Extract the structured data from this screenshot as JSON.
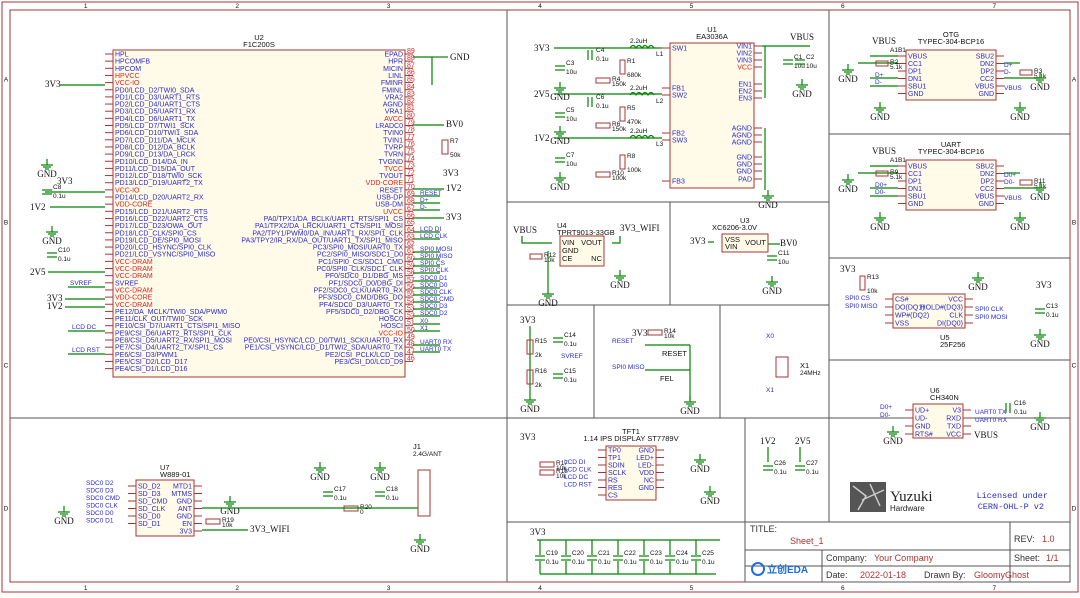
{
  "frame": {
    "columns": [
      "1",
      "2",
      "3",
      "4",
      "5",
      "6",
      "7"
    ],
    "rows": [
      "A",
      "B",
      "C",
      "D"
    ]
  },
  "u2": {
    "ref": "U2",
    "part": "F1C200S",
    "left_pins": [
      {
        "name": "HPL",
        "color": "blue"
      },
      {
        "name": "HPCOMFB",
        "color": "blue"
      },
      {
        "name": "HPCOM",
        "color": "blue"
      },
      {
        "name": "HPVCC",
        "color": "red"
      },
      {
        "name": "VCC-IO",
        "color": "red"
      },
      {
        "name": "PD0/LCD_D2/TWI0_SDA",
        "color": "blue"
      },
      {
        "name": "PD1/LCD_D3/UART1_RTS",
        "color": "blue"
      },
      {
        "name": "PD2/LCD_D4/UART1_CTS",
        "color": "blue"
      },
      {
        "name": "PD3/LCD_D5/UART1_RX",
        "color": "blue"
      },
      {
        "name": "PD4/LCD_D6/UART1_TX",
        "color": "blue"
      },
      {
        "name": "PD5/LCD_D7/TWI1_SCK",
        "color": "blue"
      },
      {
        "name": "PD6/LCD_D10/TWI1_SDA",
        "color": "blue"
      },
      {
        "name": "PD7/LCD_D11/DA_MCLK",
        "color": "blue"
      },
      {
        "name": "PD8/LCD_D12/DA_BCLK",
        "color": "blue"
      },
      {
        "name": "PD9/LCD_D13/DA_LRCK",
        "color": "blue"
      },
      {
        "name": "PD10/LCD_D14/DA_IN",
        "color": "blue"
      },
      {
        "name": "PD11/LCD_D15/DA_OUT",
        "color": "blue"
      },
      {
        "name": "PD12/LCD_D18/TWI0_SCK",
        "color": "blue"
      },
      {
        "name": "PD13/LCD_D19/UART2_TX",
        "color": "blue"
      },
      {
        "name": "VCC-IO",
        "color": "red"
      },
      {
        "name": "PD14/LCD_D20/UART2_RX",
        "color": "blue"
      },
      {
        "name": "VDD-CORE",
        "color": "red"
      },
      {
        "name": "PD15/LCD_D21/UART2_RTS",
        "color": "blue"
      },
      {
        "name": "PD16/LCD_D22/UART2_CTS",
        "color": "blue"
      },
      {
        "name": "PD17/LCD_D23/OWA_OUT",
        "color": "blue"
      },
      {
        "name": "PD18/LCD_CLK/SPI0_CS",
        "color": "blue"
      },
      {
        "name": "PD19/LCD_DE/SPI0_MOSI",
        "color": "blue"
      },
      {
        "name": "PD20/LCD_HSYNC/SPI0_CLK",
        "color": "blue"
      },
      {
        "name": "PD21/LCD_VSYNC/SPI0_MISO",
        "color": "blue"
      },
      {
        "name": "VCC-DRAM",
        "color": "red"
      },
      {
        "name": "VCC-DRAM",
        "color": "red"
      },
      {
        "name": "VCC-DRAM",
        "color": "red"
      },
      {
        "name": "SVREF",
        "color": "blue"
      },
      {
        "name": "VCC-DRAM",
        "color": "red"
      },
      {
        "name": "VDD-CORE",
        "color": "red"
      },
      {
        "name": "VCC-DRAM",
        "color": "red"
      },
      {
        "name": "PE12/DA_MCLK/TWI0_SDA/PWM0",
        "color": "blue"
      },
      {
        "name": "PE11/CLK_OUT/TWI0_SCK",
        "color": "blue"
      },
      {
        "name": "PE10/CSI_D7/UART1_CTS/SPI1_MISO",
        "color": "blue"
      },
      {
        "name": "PE9/CSI_D6/UART2_RTS/SPI1_CLK",
        "color": "blue"
      },
      {
        "name": "PE8/CSI_D5/UART2_RX/SPI1_MOSI",
        "color": "blue"
      },
      {
        "name": "PE7/CSI_D4/UART2_TX/SPI1_CS",
        "color": "blue"
      },
      {
        "name": "PE6/CSI_D3/PWM1",
        "color": "blue"
      },
      {
        "name": "PE5/CSI_D2/LCD_D17",
        "color": "blue"
      },
      {
        "name": "PE4/CSI_D1/LCD_D16",
        "color": "blue"
      }
    ],
    "right_pins": [
      {
        "name": "EPAD",
        "num": "89",
        "color": "blue"
      },
      {
        "name": "HPR",
        "num": "88",
        "color": "blue"
      },
      {
        "name": "MICIN",
        "num": "87",
        "color": "blue"
      },
      {
        "name": "LINL",
        "num": "86",
        "color": "blue"
      },
      {
        "name": "FMINR",
        "num": "85",
        "color": "blue"
      },
      {
        "name": "FMINL",
        "num": "84",
        "color": "blue"
      },
      {
        "name": "VRA2",
        "num": "83",
        "color": "blue"
      },
      {
        "name": "AGND",
        "num": "82",
        "color": "blue"
      },
      {
        "name": "VRA1",
        "num": "81",
        "color": "blue"
      },
      {
        "name": "AVCC",
        "num": "80",
        "color": "red"
      },
      {
        "name": "LRADC0",
        "num": "79",
        "color": "blue"
      },
      {
        "name": "TVIN0",
        "num": "78",
        "color": "blue"
      },
      {
        "name": "TVIN1",
        "num": "77",
        "color": "blue"
      },
      {
        "name": "TVRP",
        "num": "76",
        "color": "blue"
      },
      {
        "name": "TVRN",
        "num": "75",
        "color": "blue"
      },
      {
        "name": "TVGND",
        "num": "74",
        "color": "blue"
      },
      {
        "name": "TVCC",
        "num": "73",
        "color": "red"
      },
      {
        "name": "TVOUT",
        "num": "72",
        "color": "blue"
      },
      {
        "name": "VDD-CORE",
        "num": "71",
        "color": "red"
      },
      {
        "name": "RESET",
        "num": "70",
        "color": "blue"
      },
      {
        "name": "USB-DP",
        "num": "69",
        "color": "blue"
      },
      {
        "name": "USB-DM",
        "num": "68",
        "color": "blue"
      },
      {
        "name": "UVCC",
        "num": "67",
        "color": "red"
      },
      {
        "name": "PA0/TPX1/DA_BCLK/UART1_RTS/SPI1_CS",
        "num": "66",
        "color": "blue"
      },
      {
        "name": "PA1/TPX2/DA_LRCK/UART1_CTS/SPI1_MOSI",
        "num": "65",
        "color": "blue"
      },
      {
        "name": "PA2/TPY1/PWM0/DA_IN/UART1_RX/SPI1_CLK",
        "num": "64",
        "color": "blue"
      },
      {
        "name": "PA3/TPY2/IR_RX/DA_OUT/UART1_TX/SPI1_MISO",
        "num": "63",
        "color": "blue"
      },
      {
        "name": "PC3/SPI0_MOSI/UART0_TX",
        "num": "62",
        "color": "blue"
      },
      {
        "name": "PC2/SPI0_MISO/SDC1_D0",
        "num": "61",
        "color": "blue"
      },
      {
        "name": "PC1/SPI0_CS/SDC1_CMD",
        "num": "60",
        "color": "blue"
      },
      {
        "name": "PC0/SPI0_CLK/SDC1_CLK",
        "num": "59",
        "color": "blue"
      },
      {
        "name": "PF0/SDC0_D1/DBG_MS",
        "num": "58",
        "color": "blue"
      },
      {
        "name": "PF1/SDC0_D0/DBG_DI",
        "num": "57",
        "color": "blue"
      },
      {
        "name": "PF2/SDC0_CLK/UART0_RX",
        "num": "56",
        "color": "blue"
      },
      {
        "name": "PF3/SDC0_CMD/DBG_DO",
        "num": "55",
        "color": "blue"
      },
      {
        "name": "PF4/SDC0_D3/UART0_TX",
        "num": "54",
        "color": "blue"
      },
      {
        "name": "PF5/SDC0_D2/DBG_CK",
        "num": "53",
        "color": "blue"
      },
      {
        "name": "HOSC0",
        "num": "52",
        "color": "blue"
      },
      {
        "name": "HOSCI",
        "num": "51",
        "color": "blue"
      },
      {
        "name": "VCC-IO",
        "num": "50",
        "color": "red"
      },
      {
        "name": "PE0/CSI_HSYNC/LCD_D0/TWI1_SCK/UART0_RX",
        "num": "49",
        "color": "blue"
      },
      {
        "name": "PE1/CSI_VSYNC/LCD_D1/TWI2_SDA/UART0_TX",
        "num": "48",
        "color": "blue"
      },
      {
        "name": "PE2/CSI_PCLK/LCD_D8",
        "num": "47",
        "color": "blue"
      },
      {
        "name": "PE3/CSI_D0/LCD_D9",
        "num": "46",
        "color": "blue"
      }
    ]
  },
  "nets_left": [
    {
      "label": "3V3"
    },
    {
      "label": "GND"
    },
    {
      "label": "3V3"
    },
    {
      "label": "GND"
    },
    {
      "label": "2V5"
    },
    {
      "label": "1V2"
    },
    {
      "label": "3V3"
    },
    {
      "label": "1V2"
    }
  ],
  "u2_caps": [
    {
      "ref": "C8",
      "val": "0.1u"
    },
    {
      "ref": "C10",
      "val": "0.1u"
    },
    {
      "ref": "C9",
      "val": "0.1u"
    },
    {
      "ref": "R7",
      "val": "50k"
    }
  ],
  "u2_labels": [
    "SVREF",
    "LCD DC",
    "LCD RST"
  ],
  "u2_right_nets": {
    "gnd": "GND",
    "bv0": "BV0",
    "v3": "3V3",
    "v1": "1V2",
    "v3b": "3V3",
    "lbls": [
      "RESET",
      "D+",
      "D-",
      "LCD DI",
      "LCD CLK",
      "SPI0 MOSI",
      "SPI0 MISO",
      "SPI0 CS",
      "SPI0 CLK",
      "SDC0 D1",
      "SDC0 D0",
      "SDC0 CLK",
      "SDC0 CMD",
      "SDC0 D3",
      "SDC0 D2",
      "X0",
      "X1",
      "UART0 RX",
      "UART0 TX"
    ]
  },
  "u1": {
    "ref": "U1",
    "part": "EA3036A",
    "pins_l": [
      "SW1",
      "FB1",
      "SW2",
      "FB2",
      "SW3",
      "FB3"
    ],
    "pins_r": [
      "VIN1",
      "VIN2",
      "VIN3",
      "VCC",
      "EN1",
      "EN2",
      "EN3",
      "AGND",
      "AGND",
      "AGND",
      "GND",
      "GND",
      "GND",
      "PAD"
    ],
    "vbus": "VBUS",
    "v3": "3V3",
    "v2": "2V5",
    "v1": "1V2",
    "gnd": "GND",
    "parts": [
      {
        "ref": "C4",
        "val": "0.1u"
      },
      {
        "ref": "L1",
        "val": "2.2uH"
      },
      {
        "ref": "C3",
        "val": "10u"
      },
      {
        "ref": "R4",
        "val": "150k"
      },
      {
        "ref": "R1",
        "val": "680k"
      },
      {
        "ref": "C6",
        "val": "0.1u"
      },
      {
        "ref": "L2",
        "val": "2.2uH"
      },
      {
        "ref": "C5",
        "val": "10u"
      },
      {
        "ref": "R6",
        "val": "150k"
      },
      {
        "ref": "R5",
        "val": "470k"
      },
      {
        "ref": "L3",
        "val": "2.2uH"
      },
      {
        "ref": "C7",
        "val": "10u"
      },
      {
        "ref": "R10",
        "val": "100k"
      },
      {
        "ref": "R8",
        "val": "100k"
      },
      {
        "ref": "C1",
        "val": "10u"
      },
      {
        "ref": "C2",
        "val": "10u"
      }
    ]
  },
  "otg": {
    "ref": "A1B1",
    "title": "OTG",
    "part": "TYPEC-304-BCP16",
    "pins_l": [
      "VBUS",
      "CC1",
      "DP1",
      "DN1",
      "SBU1",
      "GND"
    ],
    "pins_r": [
      "SBU2",
      "DN2",
      "DP2",
      "CC2",
      "VBUS",
      "GND"
    ],
    "nets": [
      "VBUS",
      "GND",
      "D+",
      "D-",
      "VBUS",
      "GND"
    ],
    "parts": [
      {
        "ref": "R2",
        "val": "5.1k"
      },
      {
        "ref": "R3",
        "val": "5.1k"
      }
    ]
  },
  "uart": {
    "ref": "A1B1",
    "title": "UART",
    "part": "TYPEC-304-BCP16",
    "pins_l": [
      "VBUS",
      "CC1",
      "DP1",
      "DN1",
      "SBU1",
      "GND"
    ],
    "pins_r": [
      "SBU2",
      "DN2",
      "DP2",
      "CC2",
      "VBUS",
      "GND"
    ],
    "nets": [
      "VBUS",
      "GND",
      "D0+",
      "D0-",
      "VBUS",
      "GND"
    ],
    "parts": [
      {
        "ref": "R9",
        "val": "5.1k"
      },
      {
        "ref": "R11",
        "val": "5.1k"
      }
    ]
  },
  "u4": {
    "ref": "U4",
    "part": "TPRT9013-33GB",
    "pins": [
      "VIN",
      "GND",
      "CE",
      "VOUT",
      "NC"
    ],
    "vbus": "VBUS",
    "out": "3V3_WIFI",
    "r": {
      "ref": "R12",
      "val": "10k"
    },
    "gnd": "GND"
  },
  "u3": {
    "ref": "U3",
    "part": "XC6206-3.0V",
    "pins": [
      "VSS",
      "VIN",
      "VOUT"
    ],
    "net_in": "3V3",
    "net_out": "BV0",
    "gnd": "GND",
    "c": {
      "ref": "C11",
      "val": "10u"
    }
  },
  "flash": {
    "ref": "U5",
    "part": "25F256",
    "r": {
      "ref": "R13",
      "val": "10k"
    },
    "net": "3V3",
    "gnd": "GND",
    "pins_l": [
      "CS#",
      "DO(DQ1)",
      "WP#(DQ2)",
      "VSS"
    ],
    "pins_r": [
      "VCC",
      "HOLD#(DQ3)",
      "CLK",
      "DI(DQ0)"
    ],
    "lbls": [
      "SPI0 CS",
      "SPI0 MISO",
      "SPI0 CLK",
      "SPI0 MOSI"
    ],
    "c": {
      "ref": "C13",
      "val": "0.1u"
    }
  },
  "svref": {
    "net": "3V3",
    "gnd": "GND",
    "lbl": "SVREF",
    "parts": [
      {
        "ref": "R15",
        "val": "2k"
      },
      {
        "ref": "R16",
        "val": "2k"
      },
      {
        "ref": "C14",
        "val": "0.1u"
      },
      {
        "ref": "C15",
        "val": "0.1u"
      }
    ]
  },
  "keys": {
    "net": "3V3",
    "gnd": "GND",
    "r": {
      "ref": "R14",
      "val": "10k"
    },
    "lbls": [
      "RESET",
      "SPI0 MISO"
    ],
    "keys": [
      "RESET",
      "FEL"
    ]
  },
  "xtal": {
    "ref": "X1",
    "val": "24MHz",
    "lbls": [
      "X0",
      "X1"
    ]
  },
  "ch340": {
    "ref": "U6",
    "part": "CH340N",
    "pins_l": [
      "UD+",
      "UD-",
      "GND",
      "RTS#"
    ],
    "pins_r": [
      "V3",
      "RXD",
      "TXD",
      "VCC"
    ],
    "lbls": [
      "D0+",
      "D0-",
      "UART0 TX",
      "UART0 RX"
    ],
    "gnd": "GND",
    "vbus": "VBUS",
    "c": {
      "ref": "C16",
      "val": "0.1u"
    }
  },
  "wifi": {
    "ref": "U7",
    "part": "W889-01",
    "pins_l": [
      "SD_D2",
      "SD_D3",
      "SD_CMD",
      "SD_CLK",
      "SD_D0",
      "SD_D1"
    ],
    "pins_r": [
      "MTD1",
      "MTMS",
      "GND",
      "ANT",
      "GND",
      "EN",
      "3V3"
    ],
    "lbls": [
      "SDC0 D2",
      "SDC0 D3",
      "SDC0 CMD",
      "SDC0 CLK",
      "SDC0 D0",
      "SDC0 D1"
    ],
    "gnd": "GND",
    "net": "3V3_WIFI",
    "parts": [
      {
        "ref": "R19",
        "val": "10k"
      },
      {
        "ref": "C17",
        "val": "0.1u"
      },
      {
        "ref": "R20",
        "val": "0"
      },
      {
        "ref": "C18",
        "val": "0.1u"
      }
    ],
    "ant": {
      "ref": "J1",
      "val": "2.4G/ANT"
    }
  },
  "tft": {
    "ref": "TFT1",
    "part": "1.14 IPS DISPLAY ST7789V",
    "net": "3V3",
    "gnd": "GND",
    "pins_l": [
      "TP0",
      "TP1",
      "SDIN",
      "SCLK",
      "RS",
      "RES",
      "CS"
    ],
    "pins_r": [
      "GND",
      "LED+",
      "LED-",
      "VDD",
      "NC",
      "GND"
    ],
    "lbls": [
      "LCD DI",
      "LCD CLK",
      "LCD DC",
      "LCD RST"
    ],
    "parts": [
      {
        "ref": "R17",
        "val": "10k"
      },
      {
        "ref": "R18",
        "val": "10k"
      }
    ]
  },
  "decoup_mid": {
    "nets": [
      "1V2",
      "2V5"
    ],
    "parts": [
      {
        "ref": "C26",
        "val": "0.1u"
      },
      {
        "ref": "C27",
        "val": "0.1u"
      }
    ]
  },
  "decoup_bot": {
    "net": "3V3",
    "parts": [
      {
        "ref": "C19",
        "val": "0.1u"
      },
      {
        "ref": "C20",
        "val": "0.1u"
      },
      {
        "ref": "C21",
        "val": "0.1u"
      },
      {
        "ref": "C22",
        "val": "0.1u"
      },
      {
        "ref": "C23",
        "val": "0.1u"
      },
      {
        "ref": "C24",
        "val": "0.1u"
      },
      {
        "ref": "C25",
        "val": "0.1u"
      }
    ]
  },
  "logo": {
    "name": "Yuzuki",
    "sub": "Hardware"
  },
  "license": {
    "line1": "Licensed under",
    "line2": "CERN-OHL-P v2"
  },
  "title_block": {
    "title_key": "TITLE:",
    "title_val": "Sheet_1",
    "rev_key": "REV:",
    "rev_val": "1.0",
    "company_key": "Company:",
    "company_val": "Your Company",
    "sheet_key": "Sheet:",
    "sheet_val": "1/1",
    "date_key": "Date:",
    "date_val": "2022-01-18",
    "drawn_key": "Drawn By:",
    "drawn_val": "GloomyGhost",
    "brand": "立创EDA"
  }
}
